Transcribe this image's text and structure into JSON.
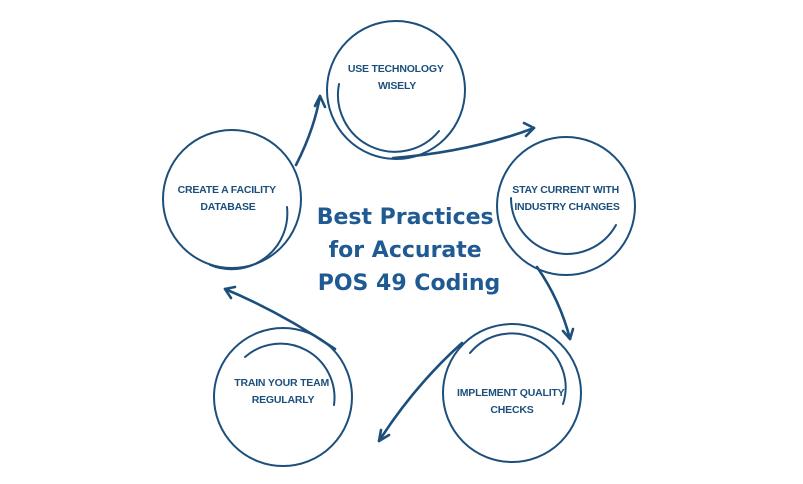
{
  "diagram": {
    "title_lines": [
      "Best Practices",
      "for Accurate",
      "POS 49 Coding"
    ],
    "steps": [
      {
        "lines": [
          "USE TECHNOLOGY",
          "WISELY"
        ]
      },
      {
        "lines": [
          "STAY CURRENT WITH",
          "INDUSTRY CHANGES"
        ]
      },
      {
        "lines": [
          "IMPLEMENT QUALITY",
          "CHECKS"
        ]
      },
      {
        "lines": [
          "TRAIN YOUR TEAM",
          "REGULARLY"
        ]
      },
      {
        "lines": [
          "CREATE A FACILITY",
          "DATABASE"
        ]
      }
    ],
    "flow": "clockwise",
    "colors": {
      "primary": "#1c4f7c",
      "title": "#1f5a93",
      "background": "#ffffff"
    }
  }
}
